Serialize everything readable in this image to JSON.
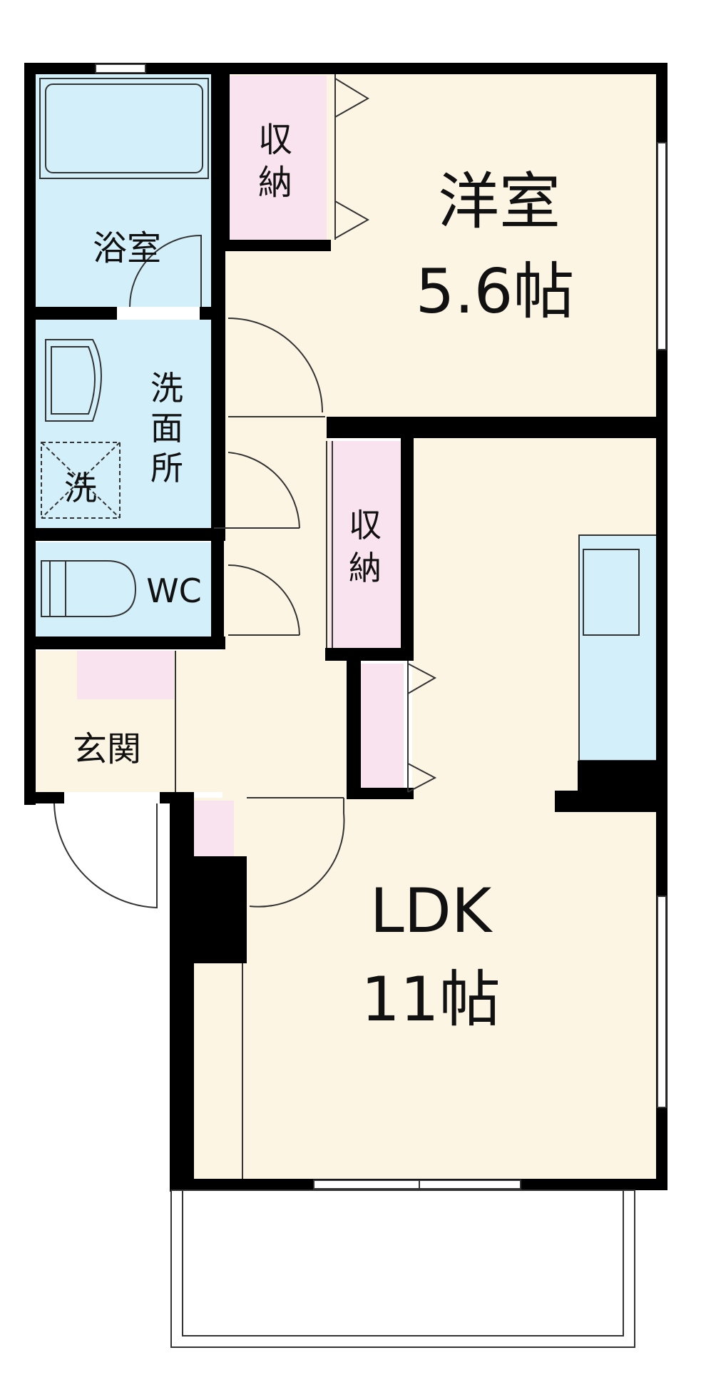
{
  "rooms": {
    "western_room": {
      "name": "洋室",
      "size": "5.6帖"
    },
    "ldk": {
      "name": "LDK",
      "size": "11帖"
    },
    "bathroom": {
      "name": "浴室"
    },
    "washroom": {
      "name_lines": [
        "洗",
        "面",
        "所"
      ]
    },
    "washer": {
      "name": "洗"
    },
    "toilet": {
      "name": "WC"
    },
    "entrance": {
      "name": "玄関"
    },
    "closet_upper": {
      "name_lines": [
        "収",
        "納"
      ]
    },
    "closet_middle": {
      "name_lines": [
        "収",
        "納"
      ]
    }
  },
  "colors": {
    "wall": "#000000",
    "floor_wood": "#fdf5e4",
    "wet_area": "#d3eff9",
    "storage": "#f9e3ee",
    "line": "#333333"
  }
}
